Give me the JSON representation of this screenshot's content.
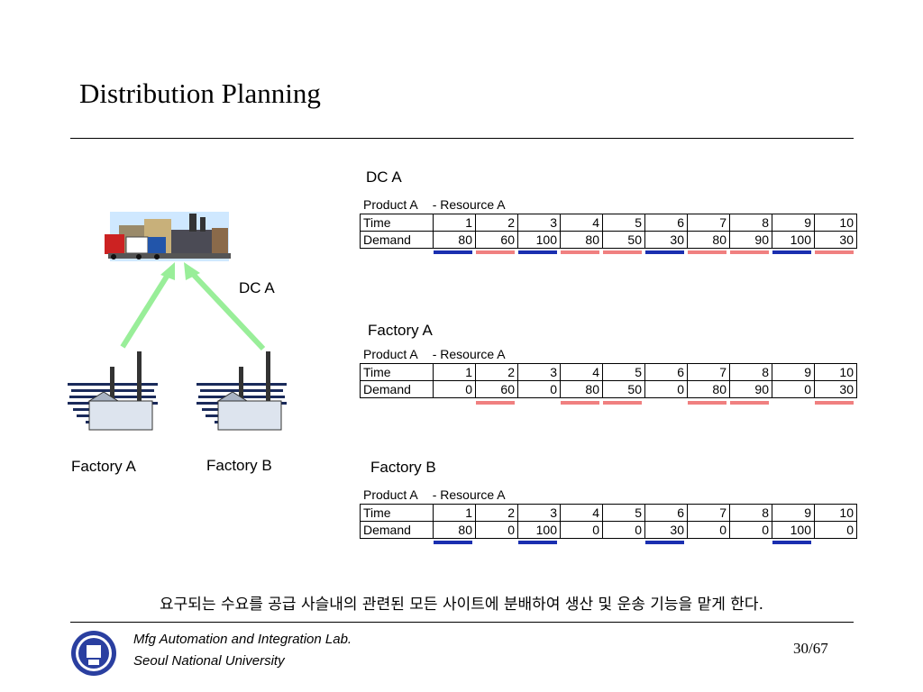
{
  "title": "Distribution Planning",
  "diagram": {
    "dc_label": "DC A",
    "factory_a_label": "Factory A",
    "factory_b_label": "Factory B",
    "arrow_color": "#99ee99"
  },
  "tables": [
    {
      "heading": "DC A",
      "caption_product": "Product A",
      "caption_resource": "- Resource A",
      "time_label": "Time",
      "demand_label": "Demand",
      "time": [
        "1",
        "2",
        "3",
        "4",
        "5",
        "6",
        "7",
        "8",
        "9",
        "10"
      ],
      "demand": [
        "80",
        "60",
        "100",
        "80",
        "50",
        "30",
        "80",
        "90",
        "100",
        "30"
      ],
      "marks": [
        "blue",
        "red",
        "blue",
        "red",
        "red",
        "blue",
        "red",
        "red",
        "blue",
        "red"
      ]
    },
    {
      "heading": "Factory A",
      "caption_product": "Product A",
      "caption_resource": "- Resource A",
      "time_label": "Time",
      "demand_label": "Demand",
      "time": [
        "1",
        "2",
        "3",
        "4",
        "5",
        "6",
        "7",
        "8",
        "9",
        "10"
      ],
      "demand": [
        "0",
        "60",
        "0",
        "80",
        "50",
        "0",
        "80",
        "90",
        "0",
        "30"
      ],
      "marks": [
        "none",
        "red",
        "none",
        "red",
        "red",
        "none",
        "red",
        "red",
        "none",
        "red"
      ]
    },
    {
      "heading": "Factory B",
      "caption_product": "Product A",
      "caption_resource": "- Resource A",
      "time_label": "Time",
      "demand_label": "Demand",
      "time": [
        "1",
        "2",
        "3",
        "4",
        "5",
        "6",
        "7",
        "8",
        "9",
        "10"
      ],
      "demand": [
        "80",
        "0",
        "100",
        "0",
        "0",
        "30",
        "0",
        "0",
        "100",
        "0"
      ],
      "marks": [
        "blue",
        "none",
        "blue",
        "none",
        "none",
        "blue",
        "none",
        "none",
        "blue",
        "none"
      ]
    }
  ],
  "mark_colors": {
    "blue": "#1a2fb0",
    "red": "#f08080"
  },
  "note": "요구되는 수요를 공급 사슬내의 관련된 모든 사이트에 분배하여 생산 및 운송 기능을 맡게 한다.",
  "footer": {
    "lab": "Mfg Automation and Integration Lab.",
    "university": "Seoul National University",
    "page": "30/67"
  }
}
